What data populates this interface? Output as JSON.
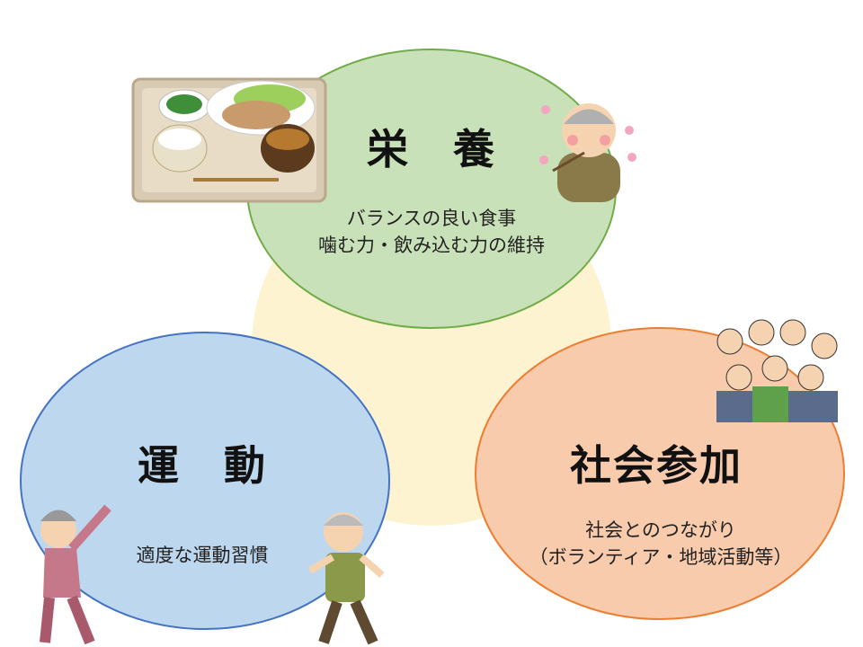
{
  "nutrition": {
    "title": "栄　養",
    "lines": [
      "バランスの良い食事",
      "噛む力・飲み込む力の維持"
    ]
  },
  "exercise": {
    "title": "運　動",
    "lines": [
      "適度な運動習慣"
    ]
  },
  "social": {
    "title": "社会参加",
    "lines": [
      "社会とのつながり",
      "（ボランティア・地域活動等）"
    ]
  },
  "colors": {
    "nutrition_fill": "#c9e1b8",
    "nutrition_stroke": "#70ad47",
    "exercise_fill": "#bdd7ee",
    "exercise_stroke": "#4472c4",
    "social_fill": "#f8cbad",
    "social_stroke": "#ed7d31",
    "center_fill": "#fdf3d0"
  }
}
